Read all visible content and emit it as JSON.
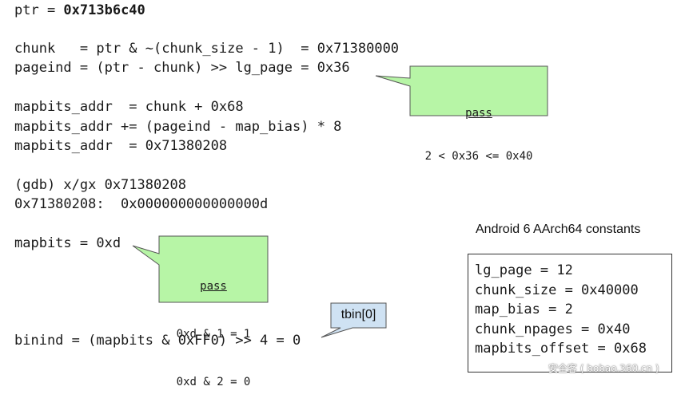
{
  "code": {
    "ptr_prefix": "ptr = ",
    "ptr_value": "0x713b6c40",
    "chunk_line": "chunk   = ptr & ~(chunk_size - 1)  = 0x71380000",
    "pageind_line": "pageind = (ptr - chunk) >> lg_page = 0x36",
    "mapbits_line1": "mapbits_addr  = chunk + 0x68",
    "mapbits_line2": "mapbits_addr += (pageind - map_bias) * 8",
    "mapbits_line3": "mapbits_addr  = 0x71380208",
    "gdb_cmd": "(gdb) x/gx 0x71380208",
    "gdb_out": "0x71380208:  0x000000000000000d",
    "mapbits_value": "mapbits = 0xd",
    "binind_line": "binind = (mapbits & 0xFF0) >> 4 = 0"
  },
  "callouts": {
    "pageind_check": {
      "title": "pass",
      "line1": "2 < 0x36 <= 0x40",
      "fill": "#b7f5a6",
      "border": "#555555"
    },
    "mapbits_check": {
      "title": "pass",
      "line1": "0xd & 1 = 1",
      "line2": "0xd & 2 = 0",
      "fill": "#b7f5a6",
      "border": "#555555"
    },
    "binind_tag": {
      "label": "tbin[0]",
      "fill": "#cfe2f3",
      "border": "#555555"
    }
  },
  "constants": {
    "heading": "Android 6 AArch64 constants",
    "lines": [
      "lg_page = 12",
      "chunk_size = 0x40000",
      "map_bias = 2",
      "chunk_npages = 0x40",
      "mapbits_offset = 0x68"
    ]
  },
  "watermark": "安全客 ( bobao.360.cn )"
}
